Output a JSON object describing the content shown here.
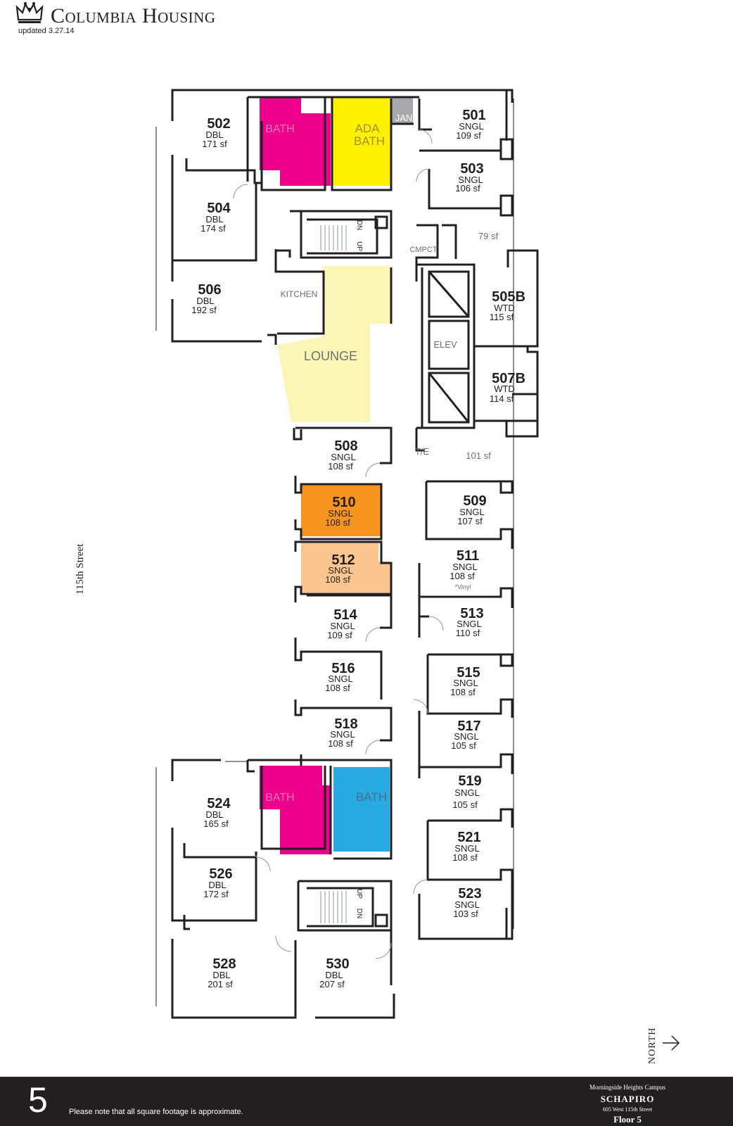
{
  "header": {
    "brand": "Columbia Housing",
    "updated": "updated 3.27.14"
  },
  "street": "115th Street",
  "north": "NORTH",
  "footer": {
    "floor_number": "5",
    "disclaimer": "Please note that all square footage is approximate.",
    "campus": "Morningside Heights Campus",
    "building": "SCHAPIRO",
    "address": "605 West 115th Street",
    "floor_label": "Floor 5"
  },
  "colors": {
    "bath_magenta": "#ec008c",
    "ada_yellow": "#fff200",
    "lounge": "#fbf6b6",
    "room_510": "#f7941d",
    "room_512": "#fbc58f",
    "bath_blue": "#27aae1",
    "janitor": "#a7a9ac"
  },
  "rooms": [
    {
      "num": "502",
      "type": "DBL",
      "sf": "171 sf"
    },
    {
      "num": "504",
      "type": "DBL",
      "sf": "174 sf"
    },
    {
      "num": "506",
      "type": "DBL",
      "sf": "192 sf"
    },
    {
      "num": "501",
      "type": "SNGL",
      "sf": "109 sf"
    },
    {
      "num": "503",
      "type": "SNGL",
      "sf": "106 sf"
    },
    {
      "num": "505B",
      "type": "WTD",
      "sf": "115 sf"
    },
    {
      "num": "507B",
      "type": "WTD",
      "sf": "114 sf"
    },
    {
      "num": "508",
      "type": "SNGL",
      "sf": "108 sf"
    },
    {
      "num": "510",
      "type": "SNGL",
      "sf": "108 sf"
    },
    {
      "num": "512",
      "type": "SNGL",
      "sf": "108 sf"
    },
    {
      "num": "514",
      "type": "SNGL",
      "sf": "109 sf"
    },
    {
      "num": "516",
      "type": "SNGL",
      "sf": "108 sf"
    },
    {
      "num": "518",
      "type": "SNGL",
      "sf": "108 sf"
    },
    {
      "num": "509",
      "type": "SNGL",
      "sf": "107 sf"
    },
    {
      "num": "511",
      "type": "SNGL",
      "sf": "108 sf"
    },
    {
      "num": "513",
      "type": "SNGL",
      "sf": "110 sf"
    },
    {
      "num": "515",
      "type": "SNGL",
      "sf": "108 sf"
    },
    {
      "num": "517",
      "type": "SNGL",
      "sf": "105 sf"
    },
    {
      "num": "519",
      "type": "SNGL",
      "sf": "105 sf"
    },
    {
      "num": "521",
      "type": "SNGL",
      "sf": "108 sf"
    },
    {
      "num": "523",
      "type": "SNGL",
      "sf": "103 sf"
    },
    {
      "num": "524",
      "type": "DBL",
      "sf": "165 sf"
    },
    {
      "num": "526",
      "type": "DBL",
      "sf": "172 sf"
    },
    {
      "num": "528",
      "type": "DBL",
      "sf": "201 sf"
    },
    {
      "num": "530",
      "type": "DBL",
      "sf": "207 sf"
    }
  ],
  "labels": {
    "bath": "BATH",
    "ada": "ADA",
    "jan": "JAN",
    "dn": "DN",
    "up": "UP",
    "cmpct": "CMPCT",
    "kitchen": "KITCHEN",
    "lounge": "LOUNGE",
    "elev": "ELEV",
    "te": "T/E",
    "sf79": "79 sf",
    "sf101": "101 sf",
    "vinyl": "*Vinyl"
  }
}
